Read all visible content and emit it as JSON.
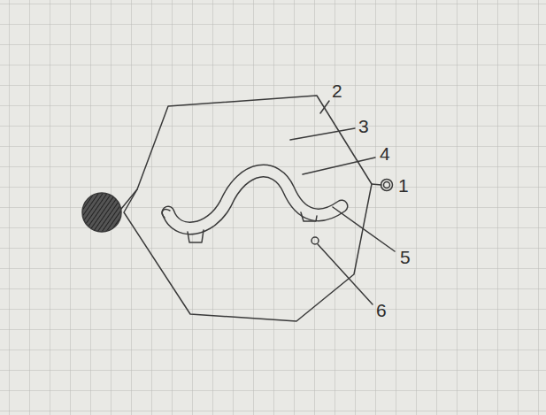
{
  "diagram": {
    "labels": [
      "2",
      "3",
      "4",
      "1",
      "5",
      "6"
    ]
  }
}
